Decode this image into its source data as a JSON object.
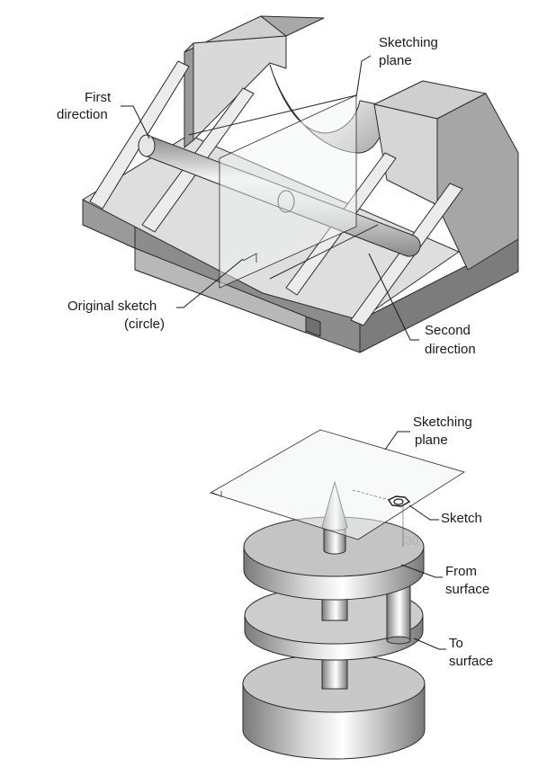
{
  "figure_top": {
    "labels": {
      "sketching_plane": [
        "Sketching",
        "plane"
      ],
      "first_direction": [
        "First",
        "direction"
      ],
      "original_sketch": [
        "Original sketch",
        "(circle)"
      ],
      "second_direction": [
        "Second",
        "direction"
      ]
    }
  },
  "figure_bottom": {
    "labels": {
      "sketching_plane": [
        "Sketching",
        "plane"
      ],
      "sketch": "Sketch",
      "dimension": "30",
      "from_surface": [
        "From",
        "surface"
      ],
      "to_surface": [
        "To",
        "surface"
      ]
    }
  },
  "colors": {
    "face_light": "#e0e0e0",
    "face_mid": "#bdbdbd",
    "face_dark": "#8a8a8a",
    "face_darker": "#6e6e6e",
    "plane": "#f2f4f4"
  }
}
